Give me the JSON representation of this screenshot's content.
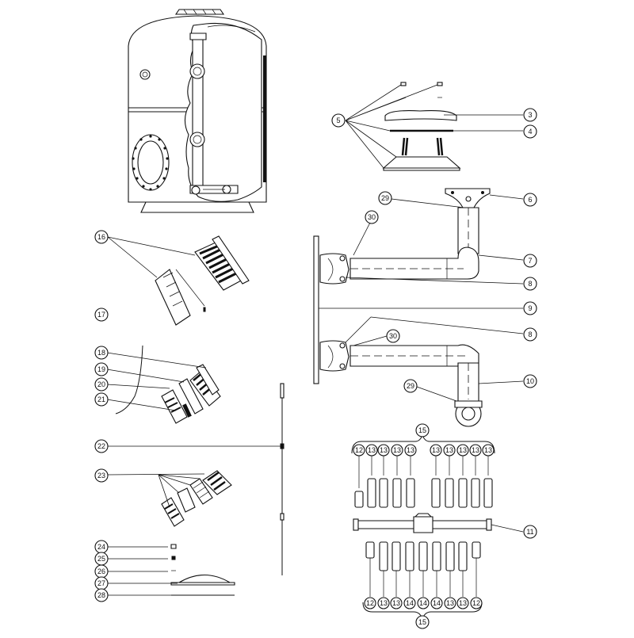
{
  "diagram": {
    "callouts": {
      "c3": "3",
      "c4": "4",
      "c5": "5",
      "c6": "6",
      "c7": "7",
      "c8a": "8",
      "c8b": "8",
      "c9": "9",
      "c10": "10",
      "c11": "11",
      "c15a": "15",
      "c15b": "15",
      "c16": "16",
      "c17": "17",
      "c18": "18",
      "c19": "19",
      "c20": "20",
      "c21": "21",
      "c22": "22",
      "c23": "23",
      "c24": "24",
      "c25": "25",
      "c26": "26",
      "c27": "27",
      "c28": "28",
      "c29a": "29",
      "c29b": "29",
      "c30a": "30",
      "c30b": "30"
    },
    "lateral_labels_top": [
      "12",
      "13",
      "13",
      "13",
      "13",
      "13",
      "13",
      "13",
      "13",
      "13"
    ],
    "lateral_labels_bottom": [
      "12",
      "13",
      "13",
      "14",
      "14",
      "14",
      "13",
      "13",
      "12"
    ]
  }
}
